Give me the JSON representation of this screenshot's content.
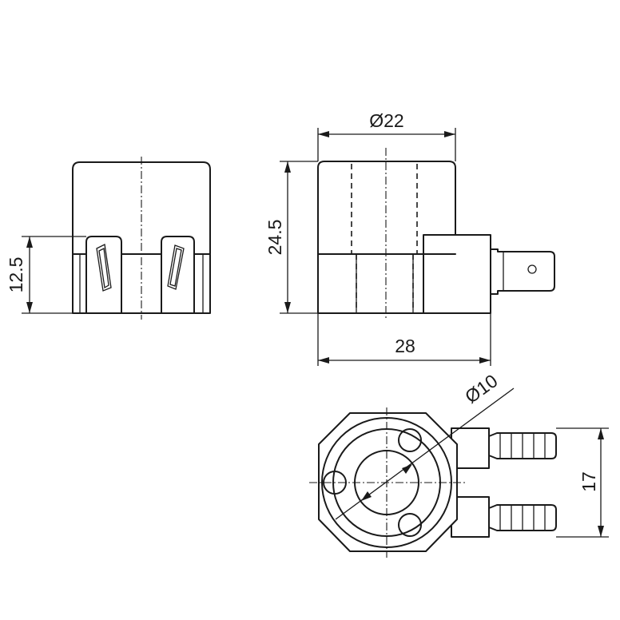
{
  "drawing": {
    "colors": {
      "line": "#1a1a1a",
      "background": "#ffffff"
    },
    "dimensions": {
      "side_height": "12.5",
      "coil_diameter": "Ø22",
      "coil_height": "24.5",
      "overall_length": "28",
      "bore_diameter": "Ø10",
      "pin_spacing": "17"
    }
  }
}
